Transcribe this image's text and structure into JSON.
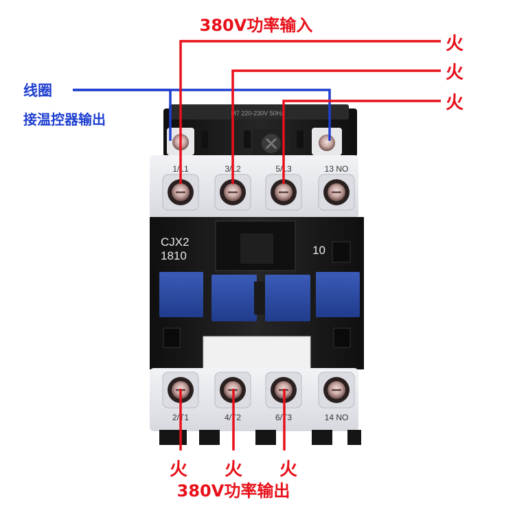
{
  "labels": {
    "power_input": "380V功率输入",
    "power_output": "380V功率输出",
    "coil_line1": "线圈",
    "coil_line2": "接温控器输出",
    "live": "火"
  },
  "device": {
    "model": "CJX2",
    "rating": "1810",
    "aux_code": "10",
    "coil_label": "M7 220-230V 50Hz",
    "top_terminals": [
      "1/L1",
      "3/L2",
      "5/L3",
      "13 NO"
    ],
    "bottom_terminals": [
      "2/T1",
      "4/T2",
      "6/T3",
      "14 NO"
    ]
  },
  "colors": {
    "power_wire": "#e8101a",
    "coil_wire": "#1f3fd0",
    "body_dark": "#1b1b1b",
    "terminal_block": "#e4e5ea",
    "button_blue": "#2e4ea8"
  }
}
